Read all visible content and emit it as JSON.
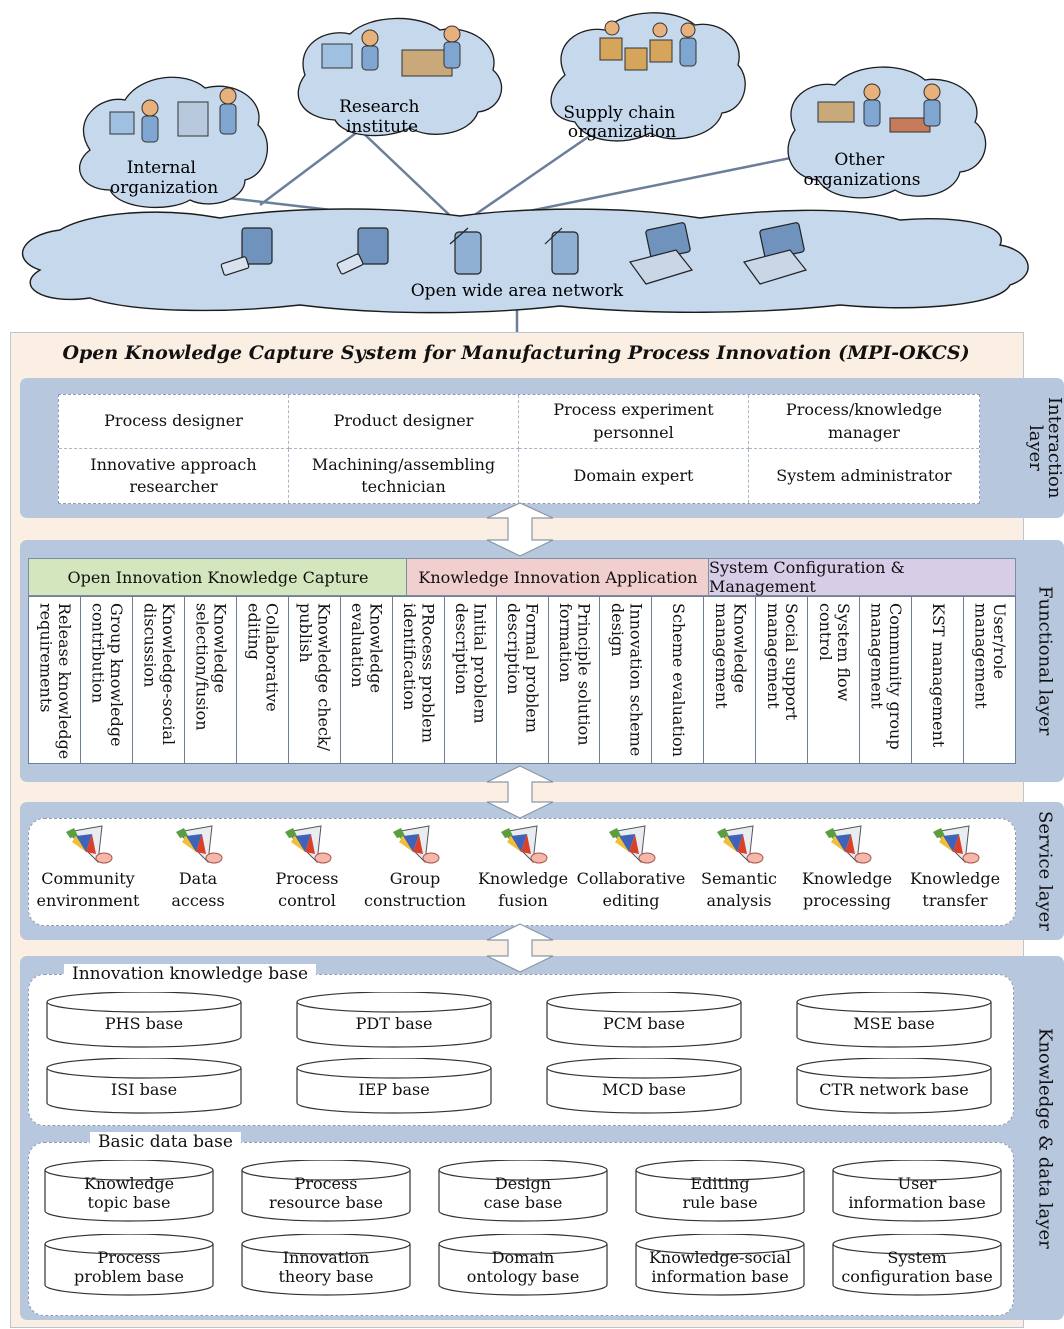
{
  "organizations": [
    {
      "name": "Internal\norganization"
    },
    {
      "name": "Research\ninstitute"
    },
    {
      "name": "Supply chain\norganization"
    },
    {
      "name": "Other\norganizations"
    }
  ],
  "network": {
    "label": "Open wide area network"
  },
  "system": {
    "title": "Open Knowledge Capture System for Manufacturing Process Innovation (MPI-OKCS)"
  },
  "layers": {
    "interaction": "Interaction layer",
    "functional": "Functional layer",
    "service": "Service layer",
    "knowledge": "Knowledge & data layer"
  },
  "roles": [
    "Process designer",
    "Product designer",
    "Process experiment personnel",
    "Process/knowledge manager",
    "Innovative approach researcher",
    "Machining/assembling technician",
    "Domain expert",
    "System administrator"
  ],
  "functional": {
    "groups": [
      {
        "label": "Open Innovation Knowledge Capture",
        "color": "#d4e6bd"
      },
      {
        "label": "Knowledge Innovation Application",
        "color": "#f1cfcf"
      },
      {
        "label": "System Configuration & Management",
        "color": "#d8cde6"
      }
    ],
    "functions": [
      "Release knowledge\nrequirements",
      "Group knowledge\ncontribution",
      "Knowledge-social\ndiscussion",
      "Knowledge\nselection/fusion",
      "Collaborative\nediting",
      "Knowledge check/\npublish",
      "Knowledge\nevaluation",
      "PRocess problem\nidentification",
      "Initial problem\ndescription",
      "Formal problem\ndescription",
      "Principle solution\nformation",
      "Innovation scheme\ndesign",
      "Scheme evaluation",
      "Knowledge\nmanagement",
      "Social support\nmanagement",
      "System flow\ncontrol",
      "Community group\nmanagement",
      "KST management",
      "User/role\nmanagement"
    ]
  },
  "services": [
    "Community\nenvironment",
    "Data\naccess",
    "Process\ncontrol",
    "Group\nconstruction",
    "Knowledge\nfusion",
    "Collaborative\nediting",
    "Semantic\nanalysis",
    "Knowledge\nprocessing",
    "Knowledge\ntransfer"
  ],
  "innovation_kb": {
    "title": "Innovation knowledge base",
    "bases": [
      "PHS base",
      "PDT base",
      "PCM base",
      "MSE base",
      "ISI base",
      "IEP base",
      "MCD base",
      "CTR network base"
    ]
  },
  "basic_db": {
    "title": "Basic data base",
    "bases": [
      "Knowledge\ntopic base",
      "Process\nresource base",
      "Design\ncase base",
      "Editing\nrule base",
      "User\ninformation base",
      "Process\nproblem base",
      "Innovation\ntheory base",
      "Domain\nontology base",
      "Knowledge-social\ninformation base",
      "System\nconfiguration base"
    ]
  },
  "colors": {
    "layer_band": "#b7c7de",
    "system_bg": "#fbeee2",
    "cloud": "#c5d8ec",
    "arrow": "#ffffff"
  }
}
